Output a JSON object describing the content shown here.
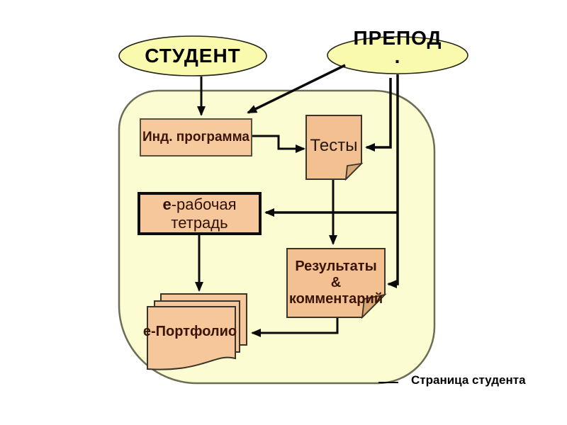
{
  "diagram": {
    "caption": "Страница студента",
    "nodes": {
      "student": {
        "shape": "ellipse",
        "label": "СТУДЕНТ"
      },
      "teacher": {
        "shape": "ellipse",
        "line1": "ПРЕПОД",
        "line2": "."
      },
      "program": {
        "shape": "rect",
        "label": "Инд. программа"
      },
      "tests": {
        "shape": "note",
        "label": "Тесты"
      },
      "workbook": {
        "shape": "rect-thick-border",
        "bold_prefix": "е",
        "line1_rest": "-рабочая",
        "line2": "тетрадь"
      },
      "results": {
        "shape": "note",
        "line1": "Результаты",
        "line2": "&",
        "line3": "комментарий"
      },
      "portfolio": {
        "shape": "page-stack",
        "label": "е-Портфолио"
      }
    },
    "edges": [
      {
        "from": "student",
        "to": "program"
      },
      {
        "from": "teacher",
        "to": "program"
      },
      {
        "from": "program",
        "to": "tests"
      },
      {
        "from": "teacher",
        "to": "tests"
      },
      {
        "from": "teacher",
        "to": "workbook"
      },
      {
        "from": "teacher",
        "to": "results"
      },
      {
        "from": "tests",
        "to": "results"
      },
      {
        "from": "workbook",
        "to": "portfolio"
      },
      {
        "from": "results",
        "to": "portfolio"
      }
    ],
    "colors": {
      "background": "#ffffff",
      "ellipse_fill": "#fafaae",
      "frame_fill": "#fcfcd3",
      "frame_border": "#6d6d55",
      "node_fill": "#f5c79b",
      "node_border": "#57503f",
      "fold_fill": "#d9a774",
      "thick_border": "#0d0d0d",
      "arrow": "#0a0a0a",
      "label_dark": "#3a1404",
      "label_black": "#000000"
    }
  }
}
